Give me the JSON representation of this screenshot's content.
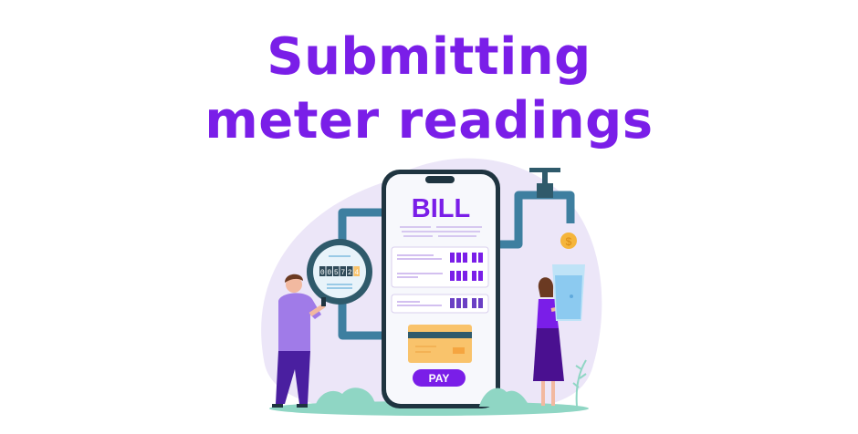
{
  "title": {
    "line1": "Submitting",
    "line2": "meter readings"
  },
  "illustration": {
    "phone_heading": "BILL",
    "meter_digits": [
      "0",
      "0",
      "5",
      "7",
      "2",
      "4"
    ],
    "pay_button": "PAY",
    "coin_symbol": "$"
  },
  "colors": {
    "accent": "#7a1ee8",
    "pipe": "#3e7fa0",
    "blob": "#ece6f8",
    "grass": "#8fd6c4",
    "card": "#f9c36b"
  }
}
